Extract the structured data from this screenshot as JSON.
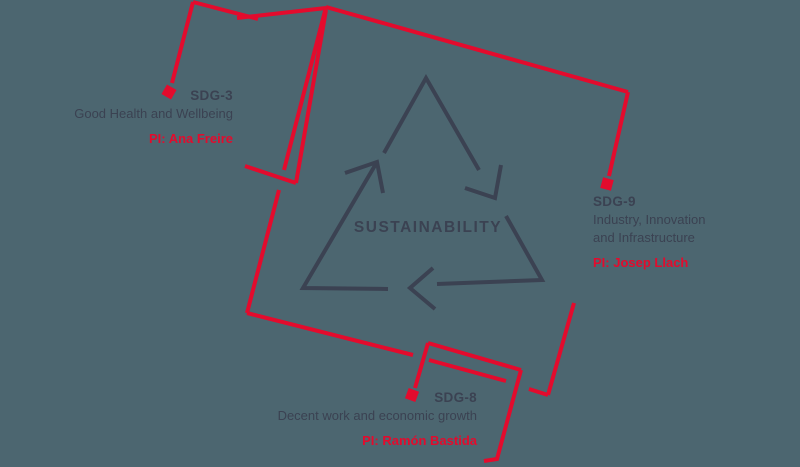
{
  "background_color": "#4c6670",
  "colors": {
    "accent_red": "#e30b2d",
    "dark_navy": "#3b4252"
  },
  "center": {
    "label": "SUSTAINABILITY"
  },
  "sdgs": {
    "sdg3": {
      "title": "SDG-3",
      "description": "Good Health and Wellbeing",
      "pi": "PI: Ana Freire"
    },
    "sdg9": {
      "title": "SDG-9",
      "description_line1": "Industry, Innovation",
      "description_line2": "and Infrastructure",
      "pi": "PI: Josep Llach"
    },
    "sdg8": {
      "title": "SDG-8",
      "description": "Decent work and economic growth",
      "pi": "PI: Ramón Bastida"
    }
  }
}
